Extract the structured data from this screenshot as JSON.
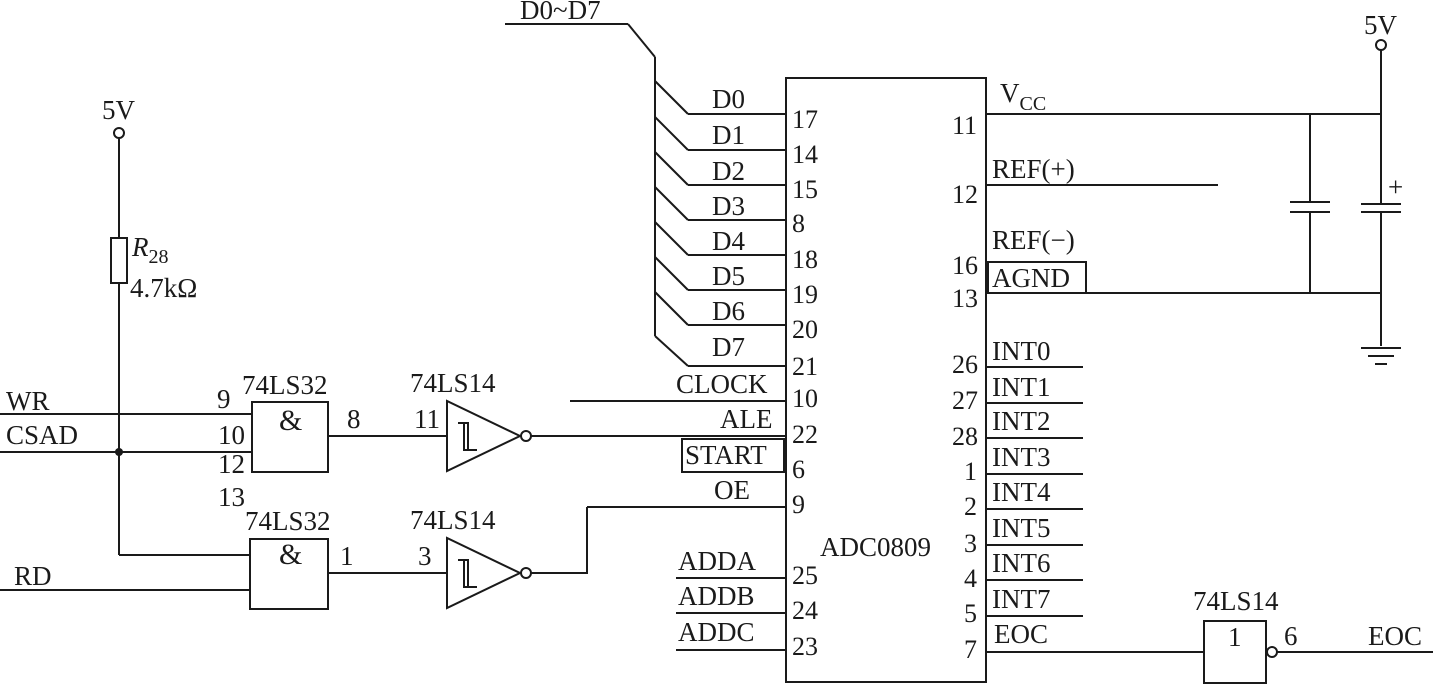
{
  "supply": {
    "left": "5V",
    "right": "5V"
  },
  "bus": {
    "label": "D0~D7"
  },
  "resistor": {
    "ref": "R",
    "sub": "28",
    "value": "4.7kΩ"
  },
  "inputs": {
    "wr": "WR",
    "csad": "CSAD",
    "rd": "RD"
  },
  "gate_or_1": {
    "name": "74LS32",
    "symbol": "&",
    "pin_a": "9",
    "pin_b": "10",
    "pin_c": "12",
    "pin_d": "13",
    "pin_out": "8"
  },
  "gate_inv_1": {
    "name": "74LS14",
    "pin_in": "11"
  },
  "gate_or_2": {
    "name": "74LS32",
    "symbol": "&",
    "pin_out": "1"
  },
  "gate_inv_2": {
    "name": "74LS14",
    "pin_in": "3"
  },
  "gate_inv_3": {
    "name": "74LS14",
    "symbol": "1",
    "pin_out": "6",
    "output_label": "EOC"
  },
  "adc": {
    "name": "ADC0809",
    "left_pins": [
      {
        "label": "D0",
        "num": "17"
      },
      {
        "label": "D1",
        "num": "14"
      },
      {
        "label": "D2",
        "num": "15"
      },
      {
        "label": "D3",
        "num": "8"
      },
      {
        "label": "D4",
        "num": "18"
      },
      {
        "label": "D5",
        "num": "19"
      },
      {
        "label": "D6",
        "num": "20"
      },
      {
        "label": "D7",
        "num": "21"
      },
      {
        "label": "CLOCK",
        "num": "10"
      },
      {
        "label": "ALE",
        "num": "22"
      },
      {
        "label": "START",
        "num": "6"
      },
      {
        "label": "OE",
        "num": "9"
      },
      {
        "label": "ADDA",
        "num": "25"
      },
      {
        "label": "ADDB",
        "num": "24"
      },
      {
        "label": "ADDC",
        "num": "23"
      }
    ],
    "right_pins": [
      {
        "label": "V",
        "sub": "CC",
        "num": "11"
      },
      {
        "label": "REF(+)",
        "num": "12"
      },
      {
        "label": "REF(−)",
        "num": "16"
      },
      {
        "label": "AGND",
        "num": "13"
      },
      {
        "label": "INT0",
        "num": "26"
      },
      {
        "label": "INT1",
        "num": "27"
      },
      {
        "label": "INT2",
        "num": "28"
      },
      {
        "label": "INT3",
        "num": "1"
      },
      {
        "label": "INT4",
        "num": "2"
      },
      {
        "label": "INT5",
        "num": "3"
      },
      {
        "label": "INT6",
        "num": "4"
      },
      {
        "label": "INT7",
        "num": "5"
      },
      {
        "label": "EOC",
        "num": "7"
      }
    ]
  },
  "capacitor": {
    "polarity": "+"
  }
}
